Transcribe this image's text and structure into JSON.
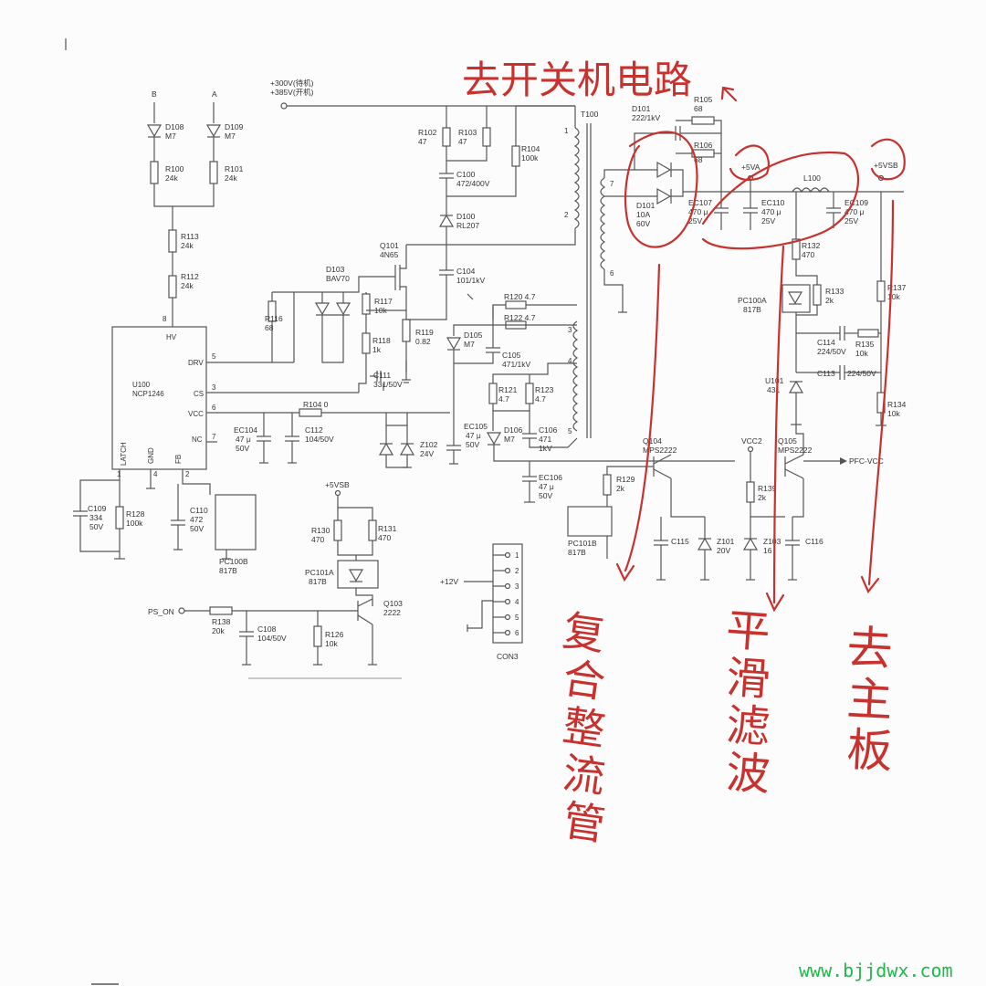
{
  "rails": {
    "hv": [
      "+300V(待机)",
      "+385V(开机)"
    ],
    "v5va": "+5VA",
    "v5vsb": "+5VSB",
    "vcc2": "VCC2",
    "pfc_vcc": "PFC-VCC",
    "v12": "+12V",
    "v5vsb_left": "+5VSB",
    "ps_on": "PS_ON",
    "node_b": "B",
    "node_a": "A"
  },
  "ic": {
    "name": "U100",
    "part": "NCP1246",
    "pins": {
      "hv": "HV",
      "drv": "DRV",
      "cs": "CS",
      "vcc": "VCC",
      "nc": "NC",
      "latch": "LATCH",
      "gnd": "GND",
      "fb": "FB"
    },
    "pin_numbers": [
      "8",
      "5",
      "3",
      "6",
      "7",
      "1",
      "4",
      "2"
    ]
  },
  "components": {
    "D108": [
      "D108",
      "M7"
    ],
    "D109": [
      "D109",
      "M7"
    ],
    "R100": [
      "R100",
      "24k"
    ],
    "R101": [
      "R101",
      "24k"
    ],
    "R113": [
      "R113",
      "24k"
    ],
    "R112": [
      "R112",
      "24k"
    ],
    "D103": [
      "D103",
      "BAV70"
    ],
    "R116": [
      "R116",
      "68"
    ],
    "R117": [
      "R117",
      "10k"
    ],
    "R118": [
      "R118",
      "1k"
    ],
    "R119": [
      "R119",
      "0.82"
    ],
    "C111": [
      "C111",
      "331/50V"
    ],
    "Q101": [
      "Q101",
      "4N65"
    ],
    "R102": [
      "R102",
      "47"
    ],
    "R103": [
      "R103",
      "47"
    ],
    "R104": [
      "R104",
      "100k"
    ],
    "C100": [
      "C100",
      "472/400V"
    ],
    "D100": [
      "D100",
      "RL207"
    ],
    "C104": [
      "C104",
      "101/1kV"
    ],
    "T100": [
      "T100"
    ],
    "R120": [
      "R120  4.7"
    ],
    "R122": [
      "R122  4.7"
    ],
    "D105": [
      "D105",
      "M7"
    ],
    "C105": [
      "C105",
      "471/1kV"
    ],
    "R121": [
      "R121",
      "4.7"
    ],
    "R123": [
      "R123",
      "4.7"
    ],
    "R104b": [
      "R104  0"
    ],
    "EC104": [
      "EC104",
      "47 μ",
      "50V"
    ],
    "C112": [
      "C112",
      "104/50V"
    ],
    "Z102": [
      "Z102",
      "24V"
    ],
    "EC105": [
      "EC105",
      "47 μ",
      "50V"
    ],
    "D106": [
      "D106",
      "M7"
    ],
    "C106": [
      "C106",
      "471",
      "1kV"
    ],
    "EC106": [
      "EC106",
      "47 μ",
      "50V"
    ],
    "D101": [
      "D101",
      "222/1kV"
    ],
    "D101b": [
      "D101",
      "10A",
      "60V"
    ],
    "R105": [
      "R105",
      "68"
    ],
    "R106": [
      "R106",
      "68"
    ],
    "EC107": [
      "EC107",
      "470 μ",
      "25V"
    ],
    "EC110": [
      "EC110",
      "470 μ",
      "25V"
    ],
    "EC109": [
      "EC109",
      "470 μ",
      "25V"
    ],
    "L100": [
      "L100"
    ],
    "R132": [
      "R132",
      "470"
    ],
    "R133": [
      "R133",
      "2k"
    ],
    "PC100A": [
      "PC100A",
      "817B"
    ],
    "C114": [
      "C114",
      "224/50V"
    ],
    "R135": [
      "R135",
      "10k"
    ],
    "C113": [
      "C113",
      "224/50V"
    ],
    "U101": [
      "U101",
      "431"
    ],
    "R137": [
      "R137",
      "10k"
    ],
    "R134": [
      "R134",
      "10k"
    ],
    "Q104": [
      "Q104",
      "MPS2222"
    ],
    "Q105": [
      "Q105",
      "MPS2222"
    ],
    "R129": [
      "R129",
      "2k"
    ],
    "R139": [
      "R139",
      "2k"
    ],
    "PC101B": [
      "PC101B",
      "817B"
    ],
    "C115": [
      "C115"
    ],
    "Z101": [
      "Z101",
      "20V"
    ],
    "Z103": [
      "Z103",
      "16"
    ],
    "C116": [
      "C116"
    ],
    "C109": [
      "C109",
      "334",
      "50V"
    ],
    "R128": [
      "R128",
      "100k"
    ],
    "C110": [
      "C110",
      "472",
      "50V"
    ],
    "PC100B": [
      "PC100B",
      "817B"
    ],
    "R130": [
      "R130",
      "470"
    ],
    "R131": [
      "R131",
      "470"
    ],
    "PC101A": [
      "PC101A",
      "817B"
    ],
    "R138": [
      "R138",
      "20k"
    ],
    "C108": [
      "C108",
      "104/50V"
    ],
    "R126": [
      "R126",
      "10k"
    ],
    "Q103": [
      "Q103",
      "2222"
    ]
  },
  "connector": {
    "name": "CON3",
    "pins": [
      "1",
      "2",
      "3",
      "4",
      "5",
      "6"
    ]
  },
  "transformer_pins": [
    "1",
    "2",
    "7",
    "6",
    "3",
    "4",
    "5"
  ],
  "annotations": {
    "top": "去开关机电路",
    "rectifier": "复合整流管",
    "filter": "平滑滤波",
    "mainboard": "去主板"
  },
  "watermark": "www.bjjdwx.com"
}
